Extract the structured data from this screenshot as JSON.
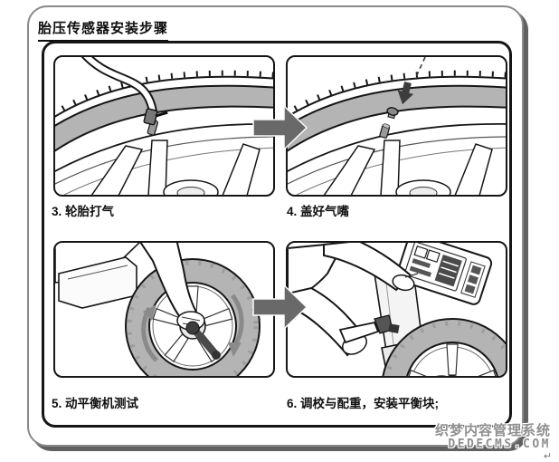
{
  "page": {
    "title": "胎压传感器安装步骤"
  },
  "steps": [
    {
      "number": "3",
      "label": "3. 轮胎打气",
      "illustration": "tire-inflation-close-up"
    },
    {
      "number": "4",
      "label": "4. 盖好气嘴",
      "illustration": "valve-cap-close-up"
    },
    {
      "number": "5",
      "label": "5. 动平衡机测试",
      "illustration": "dynamic-balancer-test"
    },
    {
      "number": "6",
      "label": "6. 调校与配重，安装平衡块;",
      "illustration": "calibrate-and-install-balance-weights"
    }
  ],
  "watermark": {
    "line1": "织梦内容管理系统",
    "line2": "DEDECMS.COM",
    "return_glyph": "↵"
  },
  "colors": {
    "line": "#161616",
    "tire_gray": "#b4b4b4",
    "flow_arrow_gray": "#696969",
    "rotation_arrow_gray": "#8a8a8a",
    "watermark_gray": "#8f8f8f",
    "sheet_border_gray": "#8a8a8a",
    "sheet_shadow_gray": "#616161"
  },
  "icons": [
    "next-step-arrow-icon",
    "air-hose-icon",
    "valve-cap-pointer-arrow-icon",
    "rotation-arrow-icon"
  ]
}
